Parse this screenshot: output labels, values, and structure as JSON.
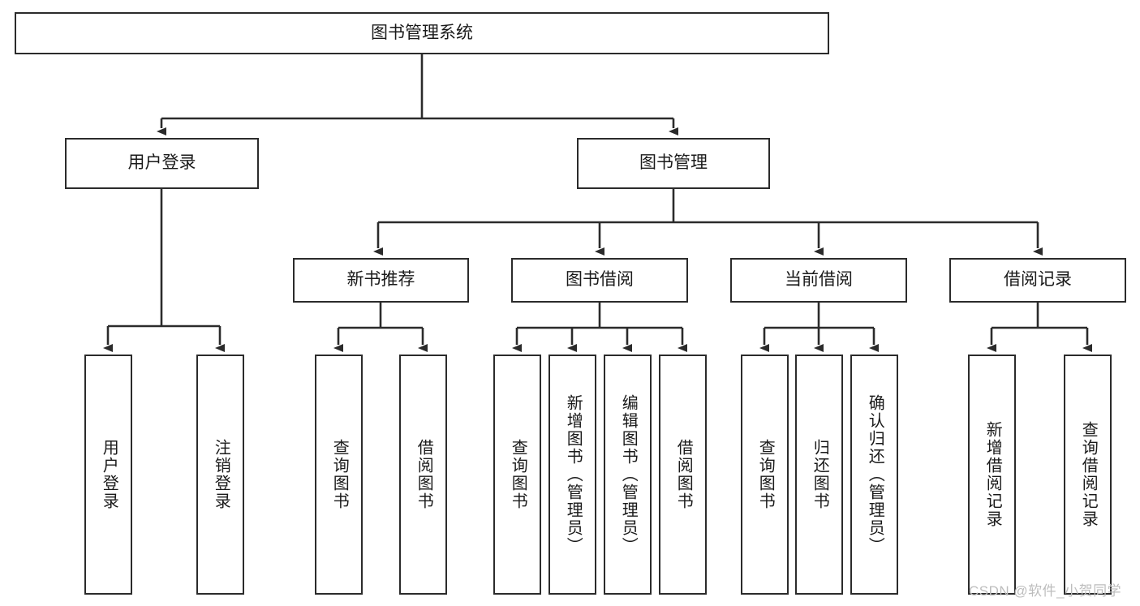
{
  "diagram": {
    "title": "图书管理系统",
    "type": "tree",
    "root": {
      "label": "图书管理系统"
    },
    "level2": [
      {
        "label": "用户登录"
      },
      {
        "label": "图书管理"
      }
    ],
    "level3": [
      {
        "label": "新书推荐"
      },
      {
        "label": "图书借阅"
      },
      {
        "label": "当前借阅"
      },
      {
        "label": "借阅记录"
      }
    ],
    "leaves": [
      {
        "label": "用户登录",
        "parent": "用户登录"
      },
      {
        "label": "注销登录",
        "parent": "用户登录"
      },
      {
        "label": "查询图书",
        "parent": "新书推荐"
      },
      {
        "label": "借阅图书",
        "parent": "新书推荐"
      },
      {
        "label": "查询图书",
        "parent": "图书借阅"
      },
      {
        "label": "新增图书（管理员）",
        "parent": "图书借阅"
      },
      {
        "label": "编辑图书（管理员）",
        "parent": "图书借阅"
      },
      {
        "label": "借阅图书",
        "parent": "图书借阅"
      },
      {
        "label": "查询图书",
        "parent": "当前借阅"
      },
      {
        "label": "归还图书",
        "parent": "当前借阅"
      },
      {
        "label": "确认归还（管理员）",
        "parent": "当前借阅"
      },
      {
        "label": "新增借阅记录",
        "parent": "借阅记录"
      },
      {
        "label": "查询借阅记录",
        "parent": "借阅记录"
      }
    ],
    "colors": {
      "stroke": "#2b2b2b",
      "fill": "#ffffff",
      "text": "#1a1a1a",
      "watermark": "#bdbdbd"
    }
  },
  "watermark": {
    "text": "CSDN @软件_小贺同学"
  }
}
